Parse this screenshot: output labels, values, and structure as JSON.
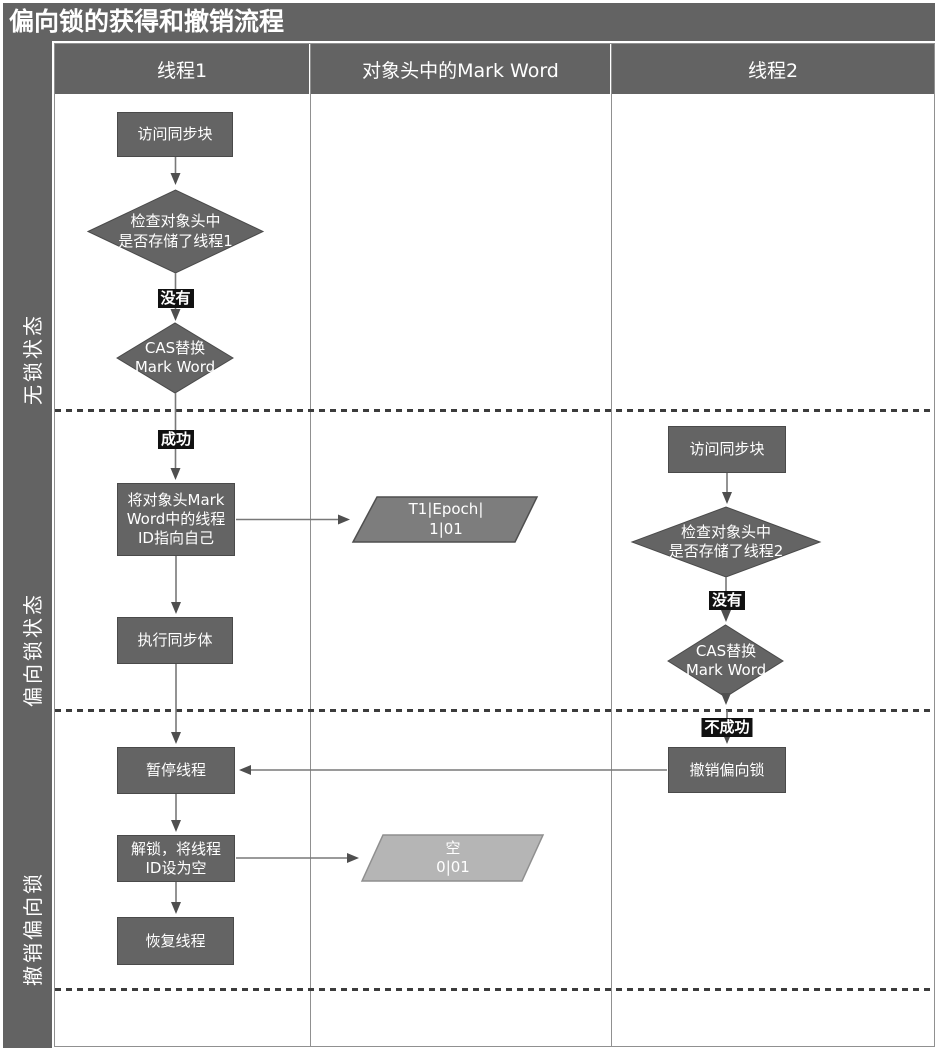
{
  "title": "偏向锁的获得和撤销流程",
  "columns": {
    "thread1": "线程1",
    "markword": "对象头中的Mark Word",
    "thread2": "线程2"
  },
  "lanes": {
    "lane1": "无锁状态",
    "lane2": "偏向锁状态",
    "lane3": "撤销偏向锁"
  },
  "thread1": {
    "step1": "访问同步块",
    "check": "检查对象头中\n是否存储了线程1",
    "no_label": "没有",
    "cas": "CAS替换\nMark Word",
    "success_label": "成功",
    "set_id": "将对象头Mark\nWord中的线程\nID指向自己",
    "execute": "执行同步体",
    "pause": "暂停线程",
    "unlock": "解锁，将线程\nID设为空",
    "resume": "恢复线程"
  },
  "markword": {
    "biased": "T1|Epoch|\n1|01",
    "empty": "空\n0|01"
  },
  "thread2": {
    "step1": "访问同步块",
    "check": "检查对象头中\n是否存储了线程2",
    "no_label": "没有",
    "cas": "CAS替换\nMark Word",
    "fail_label": "不成功",
    "revoke": "撤销偏向锁"
  },
  "colors": {
    "panel_dark": "#636363",
    "node_fill": "#646464",
    "node_border": "#4a4a4a",
    "markword_biased_fill": "#7d7d7d",
    "markword_empty_fill": "#b5b5b5",
    "badge_bg": "#111111",
    "grid_line": "#909090",
    "arrow": "#787878",
    "dotted_line": "#3c3c3c",
    "text": "#ffffff"
  }
}
